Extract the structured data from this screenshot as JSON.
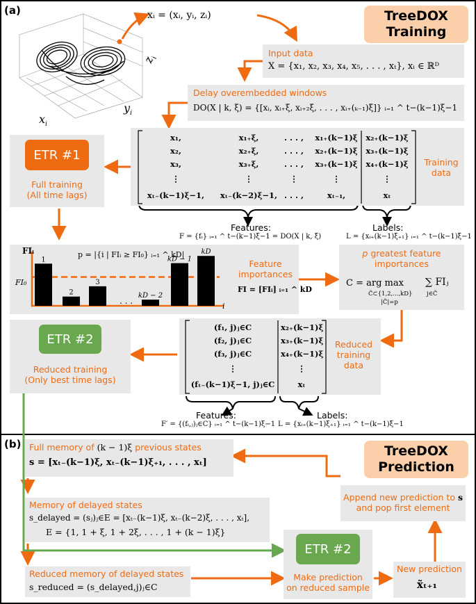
{
  "panels": {
    "a_label": "(a)",
    "b_label": "(b)"
  },
  "titles": {
    "training_1": "TreeDOX",
    "training_2": "Training",
    "prediction_1": "TreeDOX",
    "prediction_2": "Prediction"
  },
  "plot": {
    "x_axis": "x",
    "x_sub": "i",
    "y_axis": "y",
    "y_sub": "i",
    "z_axis": "z",
    "z_sub": "i"
  },
  "xi_def": "xᵢ = (xᵢ, yᵢ, zᵢ)",
  "input": {
    "title": "Input data",
    "formula": "X = {x₁, x₂, x₃, x₄, x₅, . . . , xₜ},   xᵢ ∈ ℝᴰ"
  },
  "delay": {
    "title": "Delay overembedded windows",
    "formula": "DO(X | k, ξ) = {[xᵢ, xᵢ₊ξ, xᵢ₊₂ξ, . . . , xᵢ₊(ₖ₋₁)ξ]} ᵢ₌₁ ^ t−(k−1)ξ−1"
  },
  "matrix": {
    "rows": [
      [
        "x₁,",
        "x₁₊ξ,",
        ". . . ,",
        "x₁₊(k−1)ξ",
        "x₂₊(k−1)ξ"
      ],
      [
        "x₂,",
        "x₂₊ξ,",
        ". . . ,",
        "x₂₊(k−1)ξ",
        "x₃₊(k−1)ξ"
      ],
      [
        "x₃,",
        "x₃₊ξ,",
        ". . . ,",
        "x₃₊(k−1)ξ",
        "x₄₊(k−1)ξ"
      ],
      [
        "⋮",
        "⋮",
        "⋮",
        "⋮",
        "⋮"
      ],
      [
        "xₜ₋(k−1)ξ−1,",
        "xₜ₋(k−2)ξ−1,",
        ". . . ,",
        "xₜ₋₁,",
        "xₜ"
      ]
    ]
  },
  "training_data": {
    "line1": "Training",
    "line2": "data"
  },
  "etr1": {
    "label": "ETR #1",
    "desc1": "Full training",
    "desc2": "(All time lags)"
  },
  "features": {
    "title": "Features:",
    "formula": "F = {fᵢ} ᵢ₌₁ ^ t−(k−1)ξ−1 = DO(X | k, ξ)"
  },
  "labels": {
    "title": "Labels:",
    "formula": "L = {xᵢ₊(k−1)ξ₊₁} ᵢ₌₁ ^ t−(k−1)ξ−1"
  },
  "barchart": {
    "y_label": "FIᵢ",
    "fi0": "FI₀",
    "x_label": "i",
    "p_formula": "p = |{i | FIᵢ ≥ FI₀} ᵢ₌₁ ^ kD|",
    "bar_labels": [
      "1",
      "2",
      "3",
      "kD − 2",
      "kD − 1",
      "kD"
    ],
    "dots": ". . ."
  },
  "chart_data": {
    "type": "bar",
    "categories": [
      "1",
      "2",
      "3",
      "kD − 2",
      "kD − 1",
      "kD"
    ],
    "values": [
      0.82,
      0.18,
      0.38,
      0.12,
      0.83,
      0.97
    ],
    "threshold": 0.56,
    "ylim": [
      0,
      1
    ]
  },
  "feature_importances": {
    "line1": "Feature",
    "line2": "importances",
    "formula": "FI = [FIᵢ] ᵢ₌₁ ^ kD"
  },
  "greatest": {
    "p": "p",
    "text1": " greatest feature",
    "text2": "importances",
    "formula_main": "C = arg max",
    "formula_sum": "∑ FIⱼ",
    "formula_sub1": "C̃⊂{1,2,...,kD}",
    "formula_sub2": "|C̃|=p",
    "formula_sub3": "j∈C̃"
  },
  "reduced_matrix": {
    "rows": [
      [
        "(f₁, j)ⱼ∈C",
        "x₂₊(k−1)ξ"
      ],
      [
        "(f₂, j)ⱼ∈C",
        "x₃₊(k−1)ξ"
      ],
      [
        "(f₃, j)ⱼ∈C",
        "x₄₊(k−1)ξ"
      ],
      [
        "⋮",
        "⋮"
      ],
      [
        "(fₜ₋(k−1)ξ−1, j)ⱼ∈C",
        "xₜ"
      ]
    ]
  },
  "reduced_training": {
    "line1": "Reduced",
    "line2": "training",
    "line3": "data"
  },
  "etr2_top": {
    "label": "ETR #2",
    "desc1": "Reduced training",
    "desc2": "(Only best time lags)"
  },
  "features2": {
    "title": "Features:",
    "formula": "F′ = {(fᵢ,ⱼ)ⱼ∈C} ᵢ₌₁ ^ t−(k−1)ξ−1"
  },
  "labels2": {
    "title": "Labels:",
    "formula": "L = {xᵢ₊(k−1)ξ₊₁} ᵢ₌₁ ^ t−(k−1)ξ−1"
  },
  "full_memory": {
    "title_a": "Full memory of ",
    "title_b": "(k − 1)ξ",
    "title_c": " previous states",
    "formula": "s = [xₜ₋(k−1)ξ, xₜ₋(k−1)ξ₊₁, . . . , xₜ]"
  },
  "delayed": {
    "title": "Memory of delayed states",
    "formula1": "s_delayed = (sⱼ)ⱼ∈E = [xₜ₋(k−1)ξ, xₜ₋(k−2)ξ, . . . , xₜ],",
    "formula2": "E = {1, 1 + ξ, 1 + 2ξ, . . . , 1 + (k − 1)ξ}"
  },
  "reduced_memory": {
    "title": "Reduced memory of delayed states",
    "formula": "s_reduced = (s_delayed,j)ⱼ∈C"
  },
  "etr2_bottom": {
    "label": "ETR #2",
    "desc1": "Make prediction",
    "desc2": "on reduced sample"
  },
  "new_prediction": {
    "title": "New prediction",
    "formula": "x̃ₜ₊₁"
  },
  "append": {
    "line1a": "Append new prediction to ",
    "line1b": "s",
    "line2": "and pop first element"
  },
  "colors": {
    "orange": "#ee6b11",
    "green": "#6aa84f",
    "title_bg": "#fbcfa9",
    "box_bg": "#e8e8e8"
  }
}
